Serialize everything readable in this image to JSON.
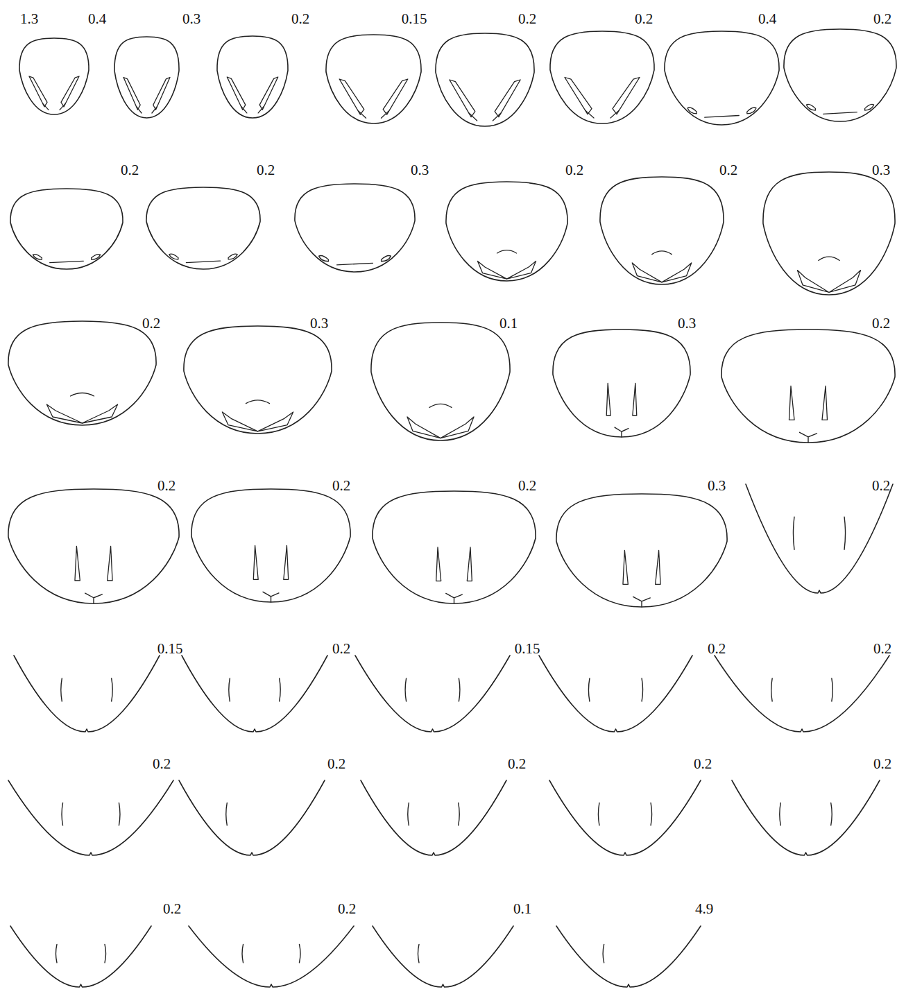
{
  "diagram": {
    "labels": [
      "1.3",
      "0.4",
      "0.3",
      "0.2",
      "0.15",
      "0.2",
      "0.2",
      "0.4",
      "0.2",
      "0.2",
      "0.2",
      "0.3",
      "0.2",
      "0.2",
      "0.3",
      "0.2",
      "0.3",
      "0.1",
      "0.3",
      "0.2",
      "0.2",
      "0.2",
      "0.2",
      "0.3",
      "0.2",
      "0.15",
      "0.2",
      "0.15",
      "0.2",
      "0.2",
      "0.2",
      "0.2",
      "0.2",
      "0.2",
      "0.2",
      "0.2",
      "0.2",
      "0.1",
      "4.9"
    ]
  }
}
